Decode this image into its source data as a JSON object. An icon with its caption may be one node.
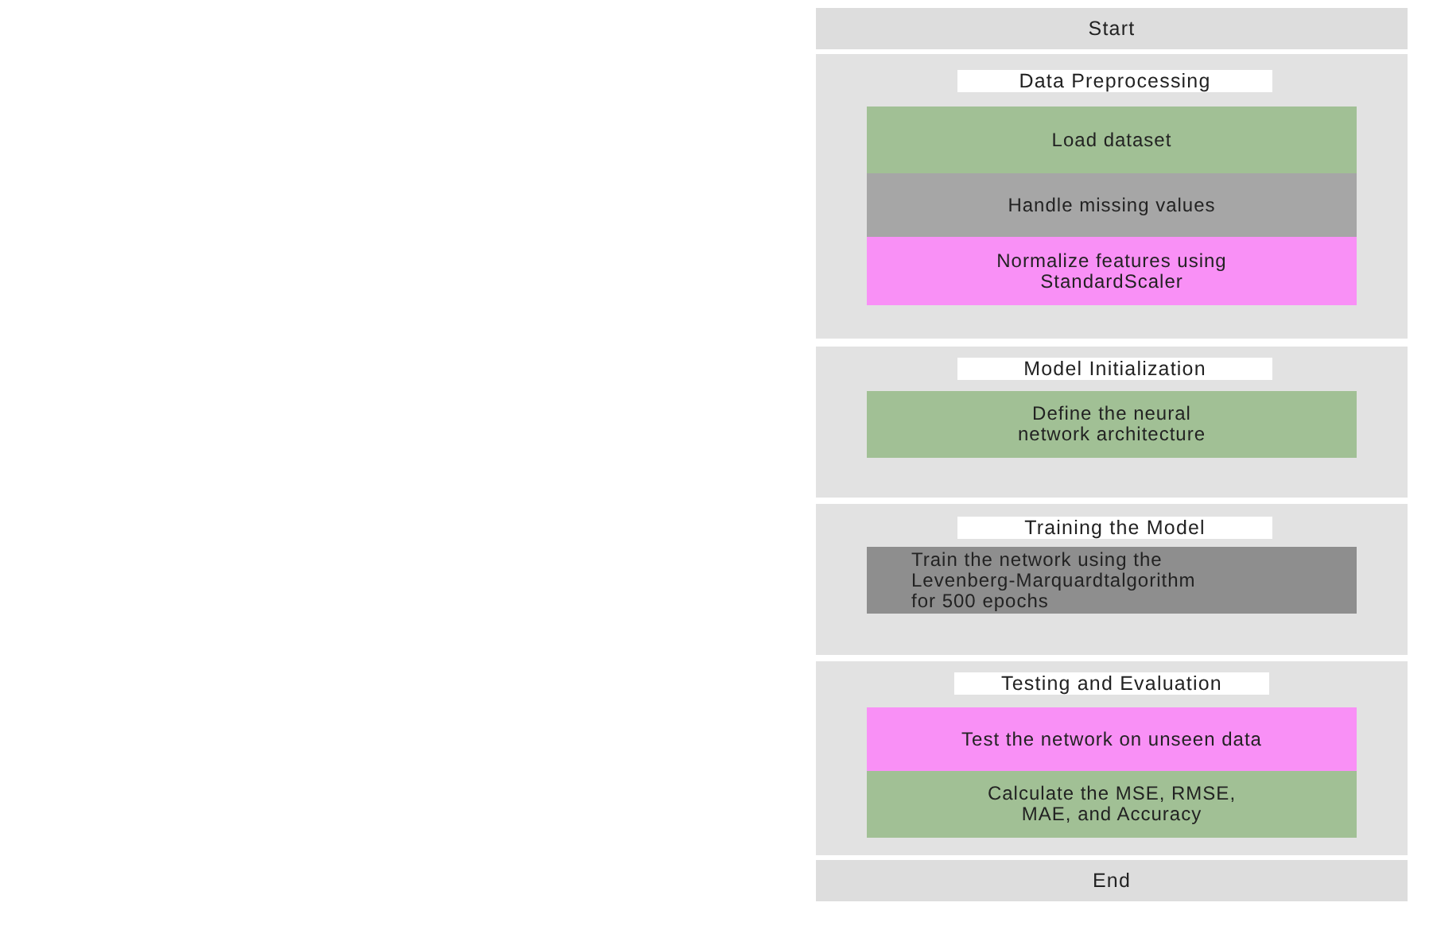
{
  "diagram": {
    "nodes": [
      {
        "text": [
          "Start"
        ]
      },
      {
        "text": [
          "Data Preprocessing"
        ]
      },
      {
        "text": [
          "Load dataset"
        ],
        "in": 1
      },
      {
        "text": [
          "Handle missing values"
        ],
        "in": 1
      },
      {
        "text": [
          "Normalize features using StandardScaler"
        ],
        "in": 1
      },
      {
        "text": [
          "Model Initialization"
        ]
      },
      {
        "text": [
          "Define the neural network architecture"
        ],
        "in": 5
      },
      {
        "text": [
          "Training the Model"
        ]
      },
      {
        "text": [
          "Train the network using the Levenberg-Marquardtalgorithm for 500 epochs"
        ],
        "in": 7
      },
      {
        "text": [
          "Testing and Evaluation"
        ]
      },
      {
        "text": [
          "Test the network on unseen data"
        ],
        "in": 9
      },
      {
        "text": [
          "Calculate the MSE, RMSE, MAE, and Accuracy"
        ],
        "in": 9
      },
      {
        "text": [
          "End"
        ]
      }
    ]
  }
}
